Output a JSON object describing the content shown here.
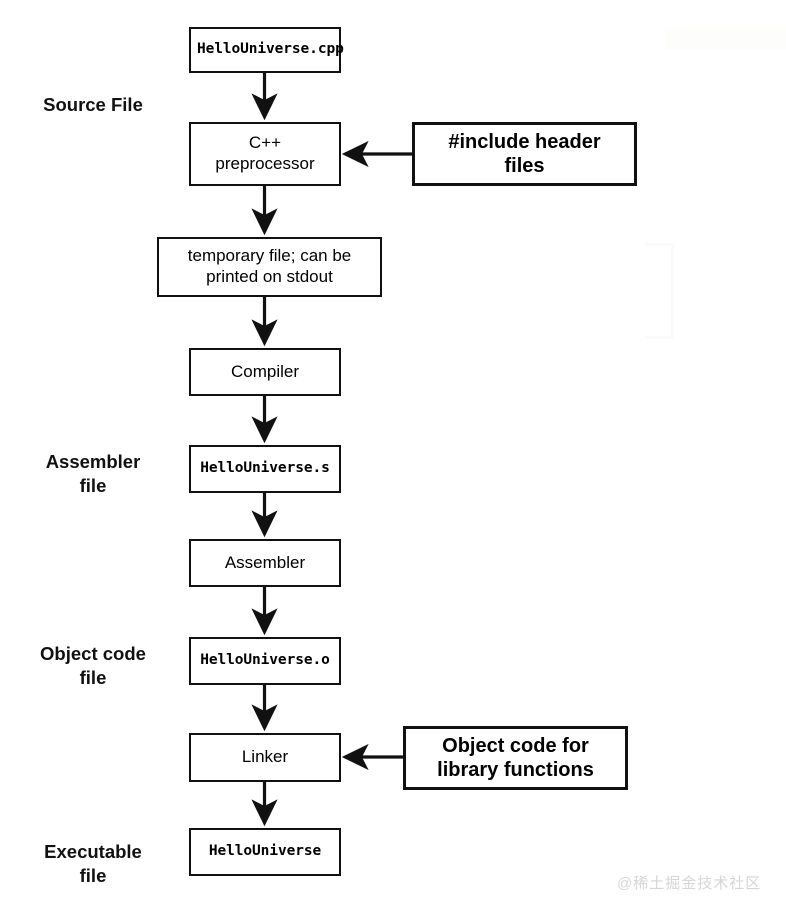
{
  "diagram": {
    "title": "C++ compilation pipeline",
    "accent_color": "#111111",
    "background_color": "#ffffff",
    "watermark_color": "#d6d6d6"
  },
  "captions": [
    {
      "id": "source-file",
      "text": "Source File"
    },
    {
      "id": "assembler-file",
      "text": "Assembler\nfile"
    },
    {
      "id": "object-code-file",
      "text": "Object code\nfile"
    },
    {
      "id": "executable-file",
      "text": "Executable\nfile"
    }
  ],
  "nodes": [
    {
      "id": "hellouniverse-cpp",
      "kind": "file",
      "text": "HelloUniverse.cpp"
    },
    {
      "id": "cpp-preprocessor",
      "kind": "stage",
      "text": "C++\npreprocessor"
    },
    {
      "id": "temporary-file",
      "kind": "stage",
      "text": "temporary file; can be\nprinted on stdout"
    },
    {
      "id": "compiler",
      "kind": "stage",
      "text": "Compiler"
    },
    {
      "id": "hellouniverse-s",
      "kind": "file",
      "text": "HelloUniverse.s"
    },
    {
      "id": "assembler",
      "kind": "stage",
      "text": "Assembler"
    },
    {
      "id": "hellouniverse-o",
      "kind": "file",
      "text": "HelloUniverse.o"
    },
    {
      "id": "linker",
      "kind": "stage",
      "text": "Linker"
    },
    {
      "id": "hellouniverse",
      "kind": "file",
      "text": "HelloUniverse"
    }
  ],
  "side_inputs": [
    {
      "id": "include-header-files",
      "text": "#include header\nfiles",
      "target": "cpp-preprocessor"
    },
    {
      "id": "object-code-library",
      "text": "Object code for\nlibrary functions",
      "target": "linker"
    }
  ],
  "flow_arrows": [
    {
      "from": "hellouniverse-cpp",
      "to": "cpp-preprocessor"
    },
    {
      "from": "cpp-preprocessor",
      "to": "temporary-file"
    },
    {
      "from": "temporary-file",
      "to": "compiler"
    },
    {
      "from": "compiler",
      "to": "hellouniverse-s"
    },
    {
      "from": "hellouniverse-s",
      "to": "assembler"
    },
    {
      "from": "assembler",
      "to": "hellouniverse-o"
    },
    {
      "from": "hellouniverse-o",
      "to": "linker"
    },
    {
      "from": "linker",
      "to": "hellouniverse"
    }
  ],
  "watermark": {
    "text": "@稀土掘金技术社区"
  }
}
